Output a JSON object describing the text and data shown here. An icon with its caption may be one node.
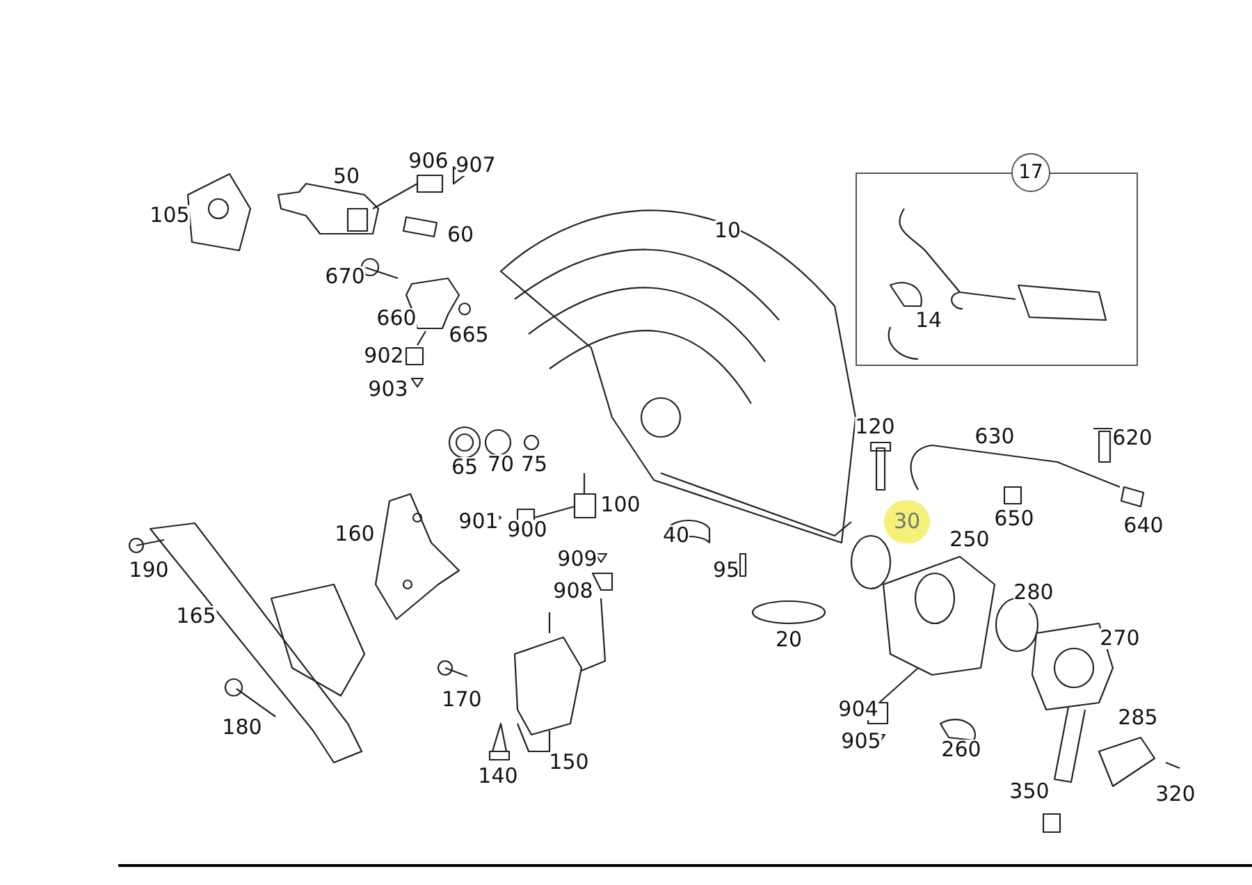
{
  "diagram": {
    "nodes": [
      {
        "text": [
          "17",
          "14"
        ]
      }
    ],
    "labels": [
      "906",
      "907",
      "50",
      "105",
      "60",
      "10",
      "670",
      "660",
      "665",
      "902",
      "903",
      "120",
      "630",
      "620",
      "65",
      "70",
      "75",
      "100",
      "160",
      "901",
      "900",
      "30",
      "650",
      "640",
      "40",
      "250",
      "909",
      "190",
      "95",
      "908",
      "280",
      "165",
      "20",
      "270",
      "170",
      "904",
      "285",
      "180",
      "905",
      "260",
      "150",
      "140",
      "350",
      "320"
    ]
  }
}
